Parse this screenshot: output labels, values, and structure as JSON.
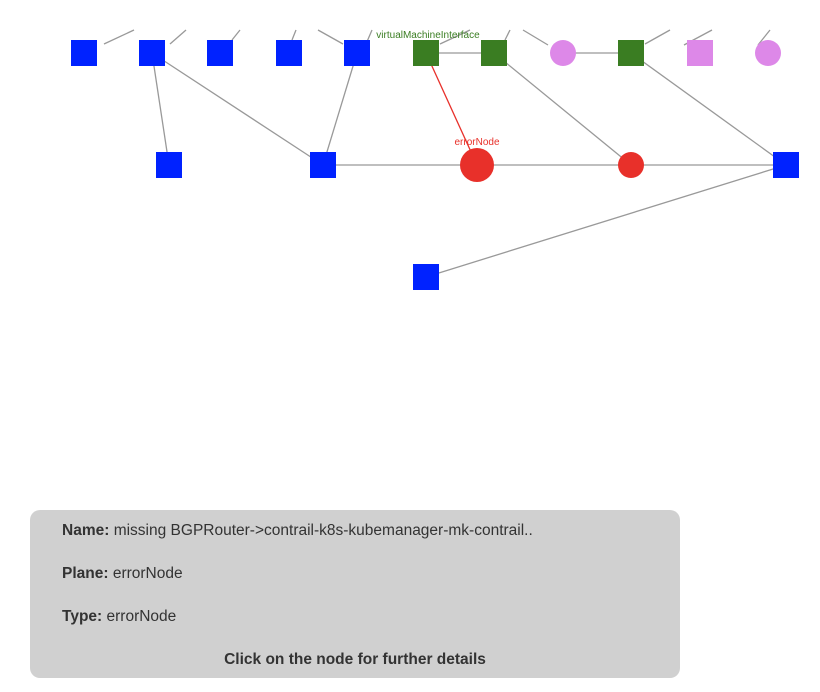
{
  "graph": {
    "colors": {
      "blue": "#0022ff",
      "green": "#3a7d22",
      "pink": "#dd88e8",
      "red": "#e8302a",
      "edge": "#999999",
      "error_edge": "#e8302a"
    },
    "labels": {
      "vmi": "virtualMachineInterface",
      "error": "errorNode"
    },
    "nodes": [
      {
        "id": "n1",
        "shape": "square",
        "color": "blue"
      },
      {
        "id": "n2",
        "shape": "square",
        "color": "blue"
      },
      {
        "id": "n3",
        "shape": "square",
        "color": "blue"
      },
      {
        "id": "n4",
        "shape": "square",
        "color": "blue"
      },
      {
        "id": "n5",
        "shape": "square",
        "color": "blue"
      },
      {
        "id": "n6",
        "shape": "square",
        "color": "green",
        "label": "vmi"
      },
      {
        "id": "n7",
        "shape": "square",
        "color": "green"
      },
      {
        "id": "n8",
        "shape": "circle",
        "color": "pink"
      },
      {
        "id": "n9",
        "shape": "square",
        "color": "green"
      },
      {
        "id": "n10",
        "shape": "square",
        "color": "pink"
      },
      {
        "id": "n11",
        "shape": "circle",
        "color": "pink"
      },
      {
        "id": "m1",
        "shape": "square",
        "color": "blue"
      },
      {
        "id": "m2",
        "shape": "square",
        "color": "blue"
      },
      {
        "id": "err",
        "shape": "circle",
        "color": "red",
        "label": "error",
        "large": true
      },
      {
        "id": "m4",
        "shape": "circle",
        "color": "red"
      },
      {
        "id": "m5",
        "shape": "square",
        "color": "blue"
      },
      {
        "id": "b1",
        "shape": "square",
        "color": "blue"
      }
    ],
    "edges": [
      [
        "n2",
        "m1"
      ],
      [
        "n2",
        "m2"
      ],
      [
        "n5",
        "m2"
      ],
      [
        "n6",
        "err"
      ],
      [
        "n7",
        "m4"
      ],
      [
        "n9",
        "m5"
      ],
      [
        "n8",
        "n9"
      ],
      [
        "n6",
        "n7"
      ],
      [
        "m2",
        "err"
      ],
      [
        "err",
        "m4"
      ],
      [
        "m4",
        "m5"
      ],
      [
        "m5",
        "b1"
      ]
    ]
  },
  "info": {
    "name_key": "Name:",
    "name_value": "missing BGPRouter->contrail-k8s-kubemanager-mk-contrail..",
    "plane_key": "Plane:",
    "plane_value": "errorNode",
    "type_key": "Type:",
    "type_value": "errorNode",
    "hint": "Click on the node for further details"
  }
}
